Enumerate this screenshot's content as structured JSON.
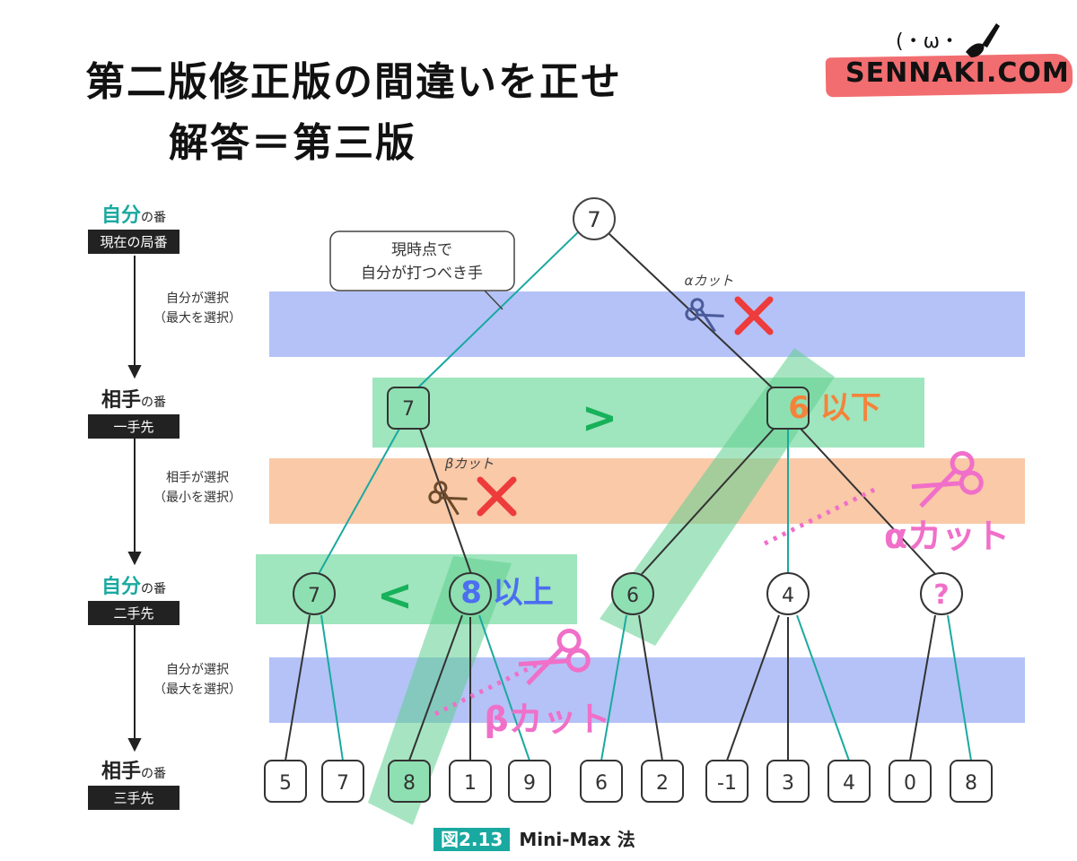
{
  "title": {
    "line1": "第二版修正版の間違いを正せ",
    "line2": "解答＝第三版"
  },
  "logo": {
    "text": "SENNAKI.COM",
    "face": "(・ω・"
  },
  "turns": [
    {
      "who": "自分",
      "no": "の番",
      "box": "現在の局番"
    },
    {
      "who": "相手",
      "no": "の番",
      "box": "一手先"
    },
    {
      "who": "自分",
      "no": "の番",
      "box": "二手先"
    },
    {
      "who": "相手",
      "no": "の番",
      "box": "三手先"
    }
  ],
  "selections": [
    {
      "l1": "自分が選択",
      "l2": "（最大を選択）"
    },
    {
      "l1": "相手が選択",
      "l2": "（最小を選択）"
    },
    {
      "l1": "自分が選択",
      "l2": "（最大を選択）"
    }
  ],
  "callout": {
    "l1": "現時点で",
    "l2": "自分が打つべき手"
  },
  "nodes": {
    "root": "7",
    "level1": [
      "7",
      "6 以下"
    ],
    "level2": [
      "7",
      "8 以上",
      "6",
      "4",
      "?"
    ],
    "leaves": [
      "5",
      "7",
      "8",
      "1",
      "9",
      "6",
      "2",
      "-1",
      "3",
      "4",
      "0",
      "8"
    ]
  },
  "cuts": {
    "alpha_small": "αカット",
    "beta_small": "βカット",
    "alpha_big": "αカット",
    "beta_big": "βカット"
  },
  "marks": {
    "gt": ">",
    "lt": "<"
  },
  "caption": {
    "num": "図2.13",
    "text": "Mini-Max 法"
  },
  "colors": {
    "teal": "#1aa9a0",
    "blue_band": "#b4c2f7",
    "orange_band": "#f9c9a8",
    "green_highlight": "#8ee0b2",
    "pink": "#f06fc8",
    "red_x": "#ee3b3b",
    "orange_text": "#f5823a",
    "blue_text": "#4c6ef0"
  }
}
